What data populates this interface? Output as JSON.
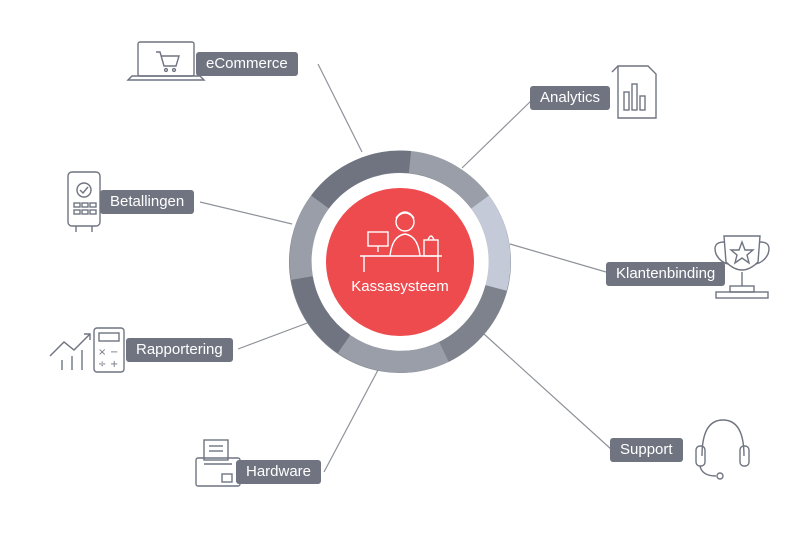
{
  "hub": {
    "label": "Kassasysteem",
    "color": "#ee4b4f",
    "ring_colors": [
      "#6f7480",
      "#9a9ea8",
      "#c4cad8",
      "#7d828c"
    ]
  },
  "nodes": {
    "ecommerce": "eCommerce",
    "analytics": "Analytics",
    "betalingen": "Betallingen",
    "klantenbinding": "Klantenbinding",
    "rapportering": "Rapportering",
    "hardware": "Hardware",
    "support": "Support"
  },
  "icons": [
    "laptop-cart-icon",
    "analytics-report-icon",
    "payment-terminal-icon",
    "trophy-icon",
    "calculator-chart-icon",
    "printer-icon",
    "headset-icon"
  ]
}
